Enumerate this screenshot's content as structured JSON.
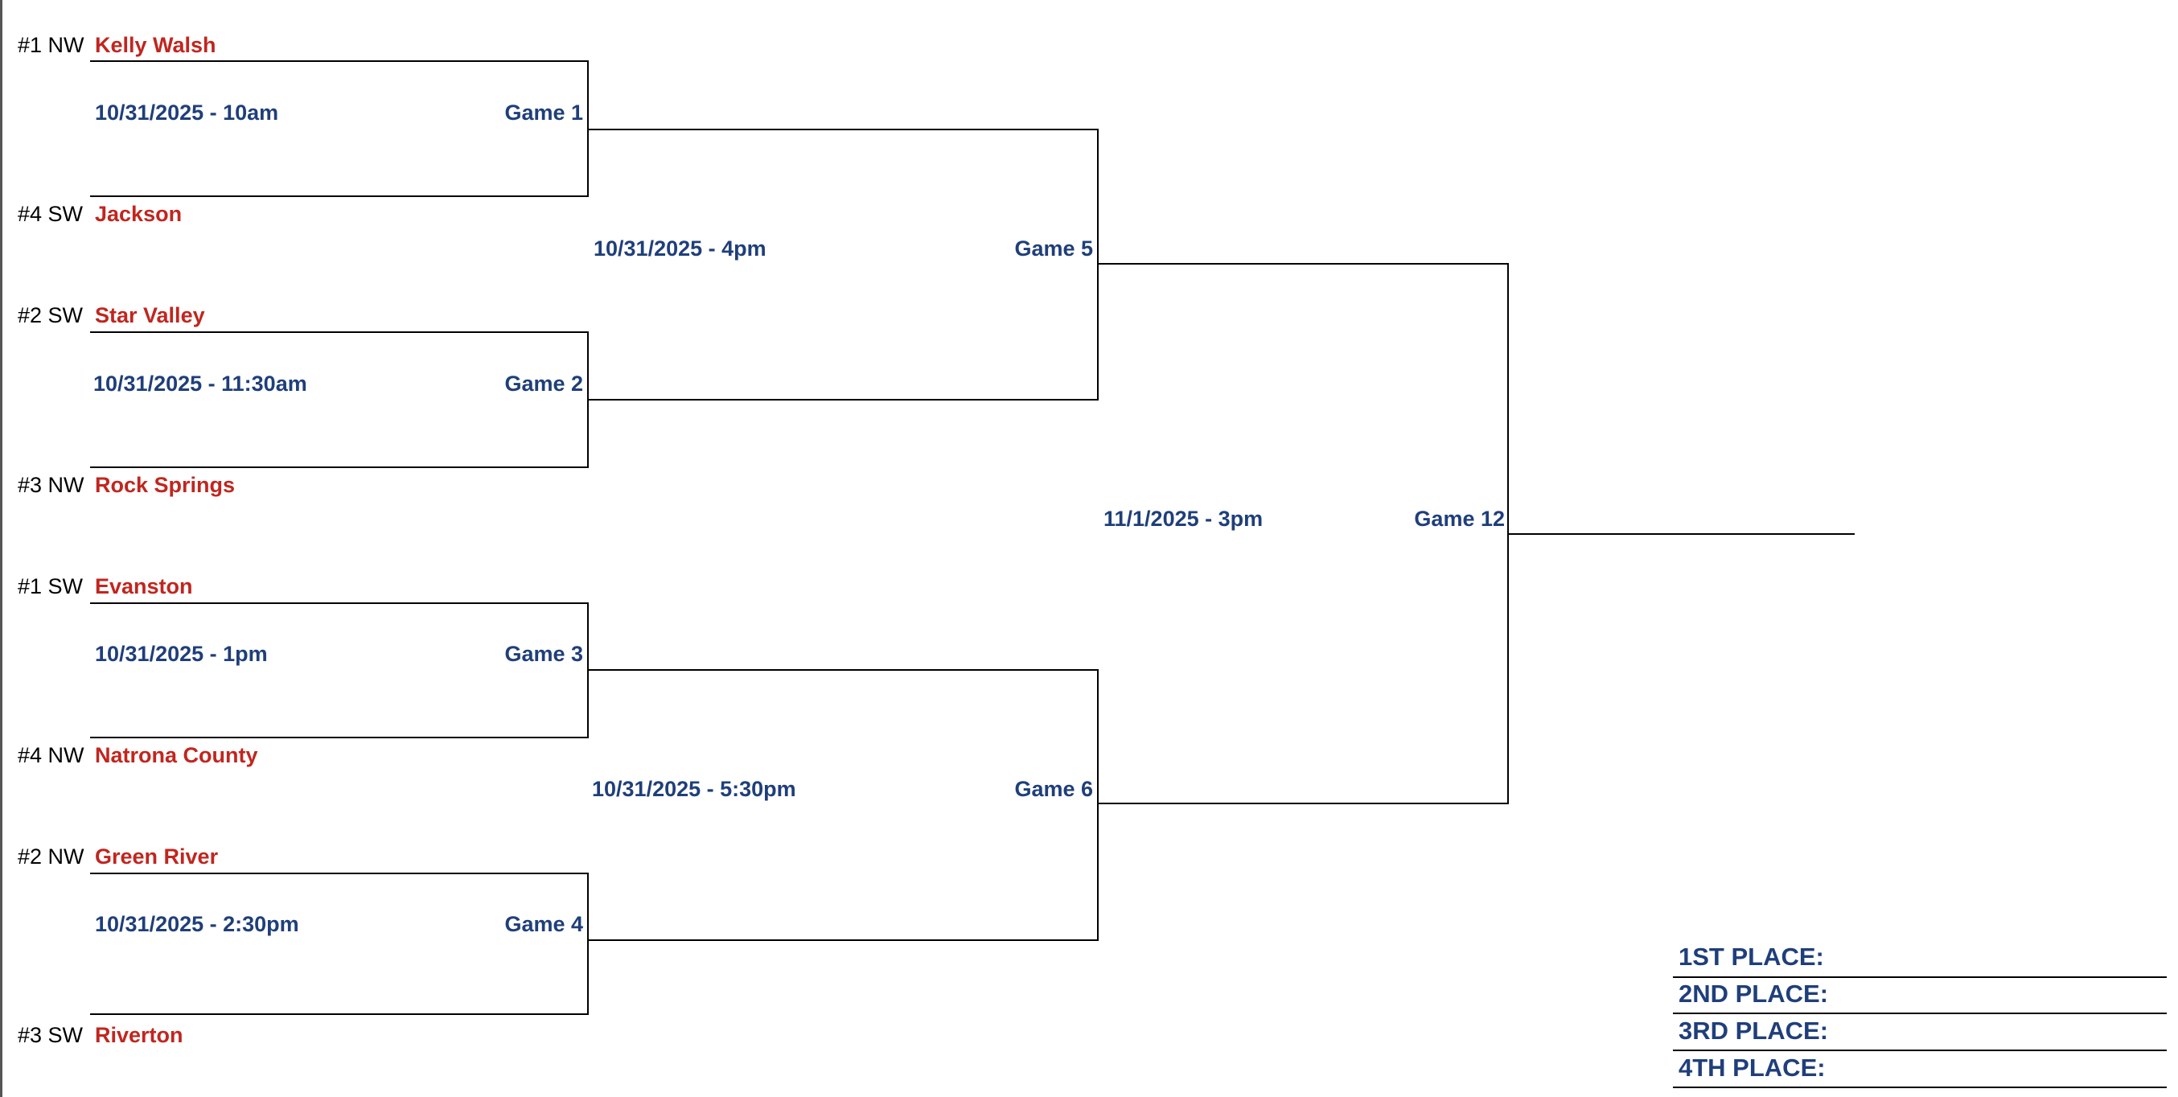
{
  "teams": [
    {
      "seed": "#1 NW",
      "name": "Kelly Walsh"
    },
    {
      "seed": "#4 SW",
      "name": "Jackson"
    },
    {
      "seed": "#2 SW",
      "name": "Star Valley"
    },
    {
      "seed": "#3 NW",
      "name": "Rock Springs"
    },
    {
      "seed": "#1 SW",
      "name": "Evanston"
    },
    {
      "seed": "#4 NW",
      "name": "Natrona County"
    },
    {
      "seed": "#2 NW",
      "name": "Green River"
    },
    {
      "seed": "#3 SW",
      "name": "Riverton"
    }
  ],
  "games": [
    {
      "label": "Game 1",
      "datetime": "10/31/2025 - 10am"
    },
    {
      "label": "Game 2",
      "datetime": "10/31/2025 - 11:30am"
    },
    {
      "label": "Game 3",
      "datetime": "10/31/2025 - 1pm"
    },
    {
      "label": "Game 4",
      "datetime": "10/31/2025 - 2:30pm"
    },
    {
      "label": "Game 5",
      "datetime": "10/31/2025 - 4pm"
    },
    {
      "label": "Game 6",
      "datetime": "10/31/2025 - 5:30pm"
    },
    {
      "label": "Game 12",
      "datetime": "11/1/2025 - 3pm"
    }
  ],
  "placements": [
    {
      "label": "1ST PLACE:"
    },
    {
      "label": "2ND PLACE:"
    },
    {
      "label": "3RD PLACE:"
    },
    {
      "label": "4TH PLACE:"
    }
  ]
}
